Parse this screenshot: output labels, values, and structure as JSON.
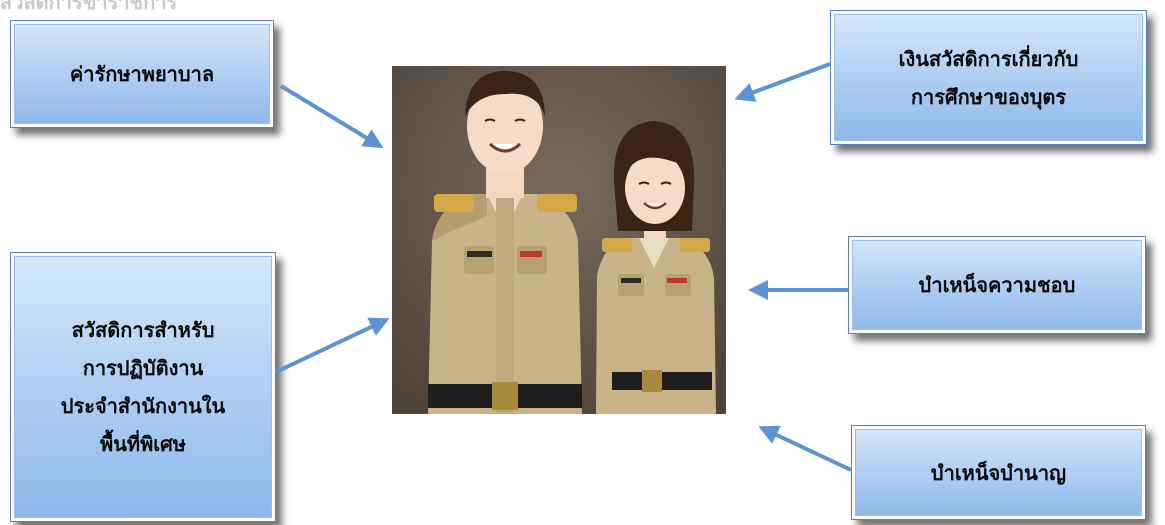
{
  "header": {
    "title": "สวัสดิการข้าราชการ"
  },
  "boxes": {
    "medical": {
      "lines": [
        "ค่ารักษาพยาบาล"
      ]
    },
    "education": {
      "lines": [
        "เงินสวัสดิการเกี่ยวกับ",
        "การศึกษาของบุตร"
      ]
    },
    "special": {
      "lines": [
        "สวัสดิการสำหรับ",
        "การปฏิบัติงาน",
        "ประจำสำนักงานใน",
        "พื้นที่พิเศษ"
      ]
    },
    "bonus": {
      "lines": [
        "บำเหน็จความชอบ"
      ]
    },
    "pension": {
      "lines": [
        "บำเหน็จบำนาญ"
      ]
    }
  },
  "colors": {
    "box_fill_top": "#d7e9fb",
    "box_fill_bottom": "#8db7e8",
    "arrow": "#5b93d3",
    "photo_bg": "#5e5046",
    "uniform": "#c9b48a"
  },
  "image": {
    "subject": "civil-servants-illustration"
  }
}
